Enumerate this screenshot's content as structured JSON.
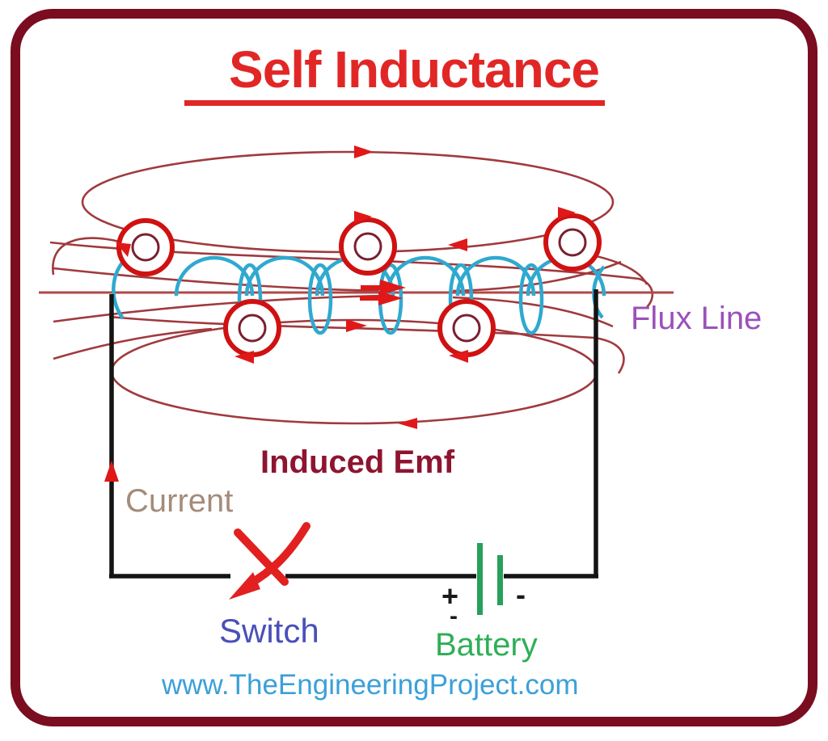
{
  "title": {
    "text": "Self Inductance"
  },
  "labels": {
    "flux_line": "Flux Line",
    "induced_emf": "Induced Emf",
    "current": "Current",
    "switch": "Switch",
    "battery": "Battery",
    "website": "www.TheEngineeringProject.com"
  },
  "battery": {
    "plus": "+",
    "minus": "-",
    "minus_small": "-"
  },
  "colors": {
    "frame_border": "#7a0d1f",
    "title_red": "#e12726",
    "flux_dark_red": "#a03a3e",
    "flux_axis_red": "#b24848",
    "arrow_red": "#e01818",
    "turn_outer_red": "#d01111",
    "turn_inner_maroon": "#7a2030",
    "coil_blue": "#2fa9cf",
    "wire_black": "#141414",
    "battery_green": "#27a05a",
    "switch_red": "#e22020",
    "flux_label_purple": "#9b51bb",
    "emf_maroon": "#8e1430",
    "current_tan": "#a58b79",
    "switch_label_blue": "#4a50b8",
    "battery_label_green": "#2fae57",
    "website_blue": "#3ba0d8"
  }
}
